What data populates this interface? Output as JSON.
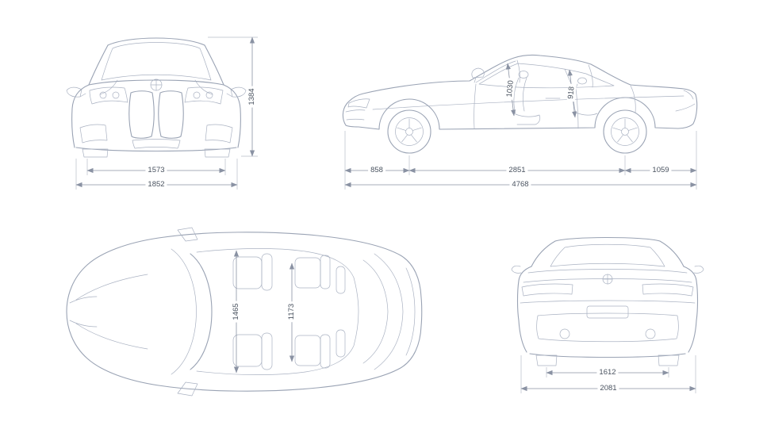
{
  "colors": {
    "line": "#9aa3b4",
    "dimension_line": "#8a92a3",
    "label_text": "#4a5360",
    "background": "#ffffff"
  },
  "views": {
    "front": {
      "dims": {
        "track_width": "1573",
        "overall_width": "1852",
        "height": "1384"
      }
    },
    "side": {
      "dims": {
        "front_overhang": "858",
        "wheelbase": "2851",
        "rear_overhang": "1059",
        "overall_length": "4768",
        "interior_height_front": "1030",
        "interior_height_rear": "918"
      }
    },
    "top": {
      "dims": {
        "interior_width_front": "1465",
        "interior_width_rear": "1173"
      }
    },
    "rear": {
      "dims": {
        "track_width": "1612",
        "width_incl_mirrors": "2081"
      }
    }
  }
}
